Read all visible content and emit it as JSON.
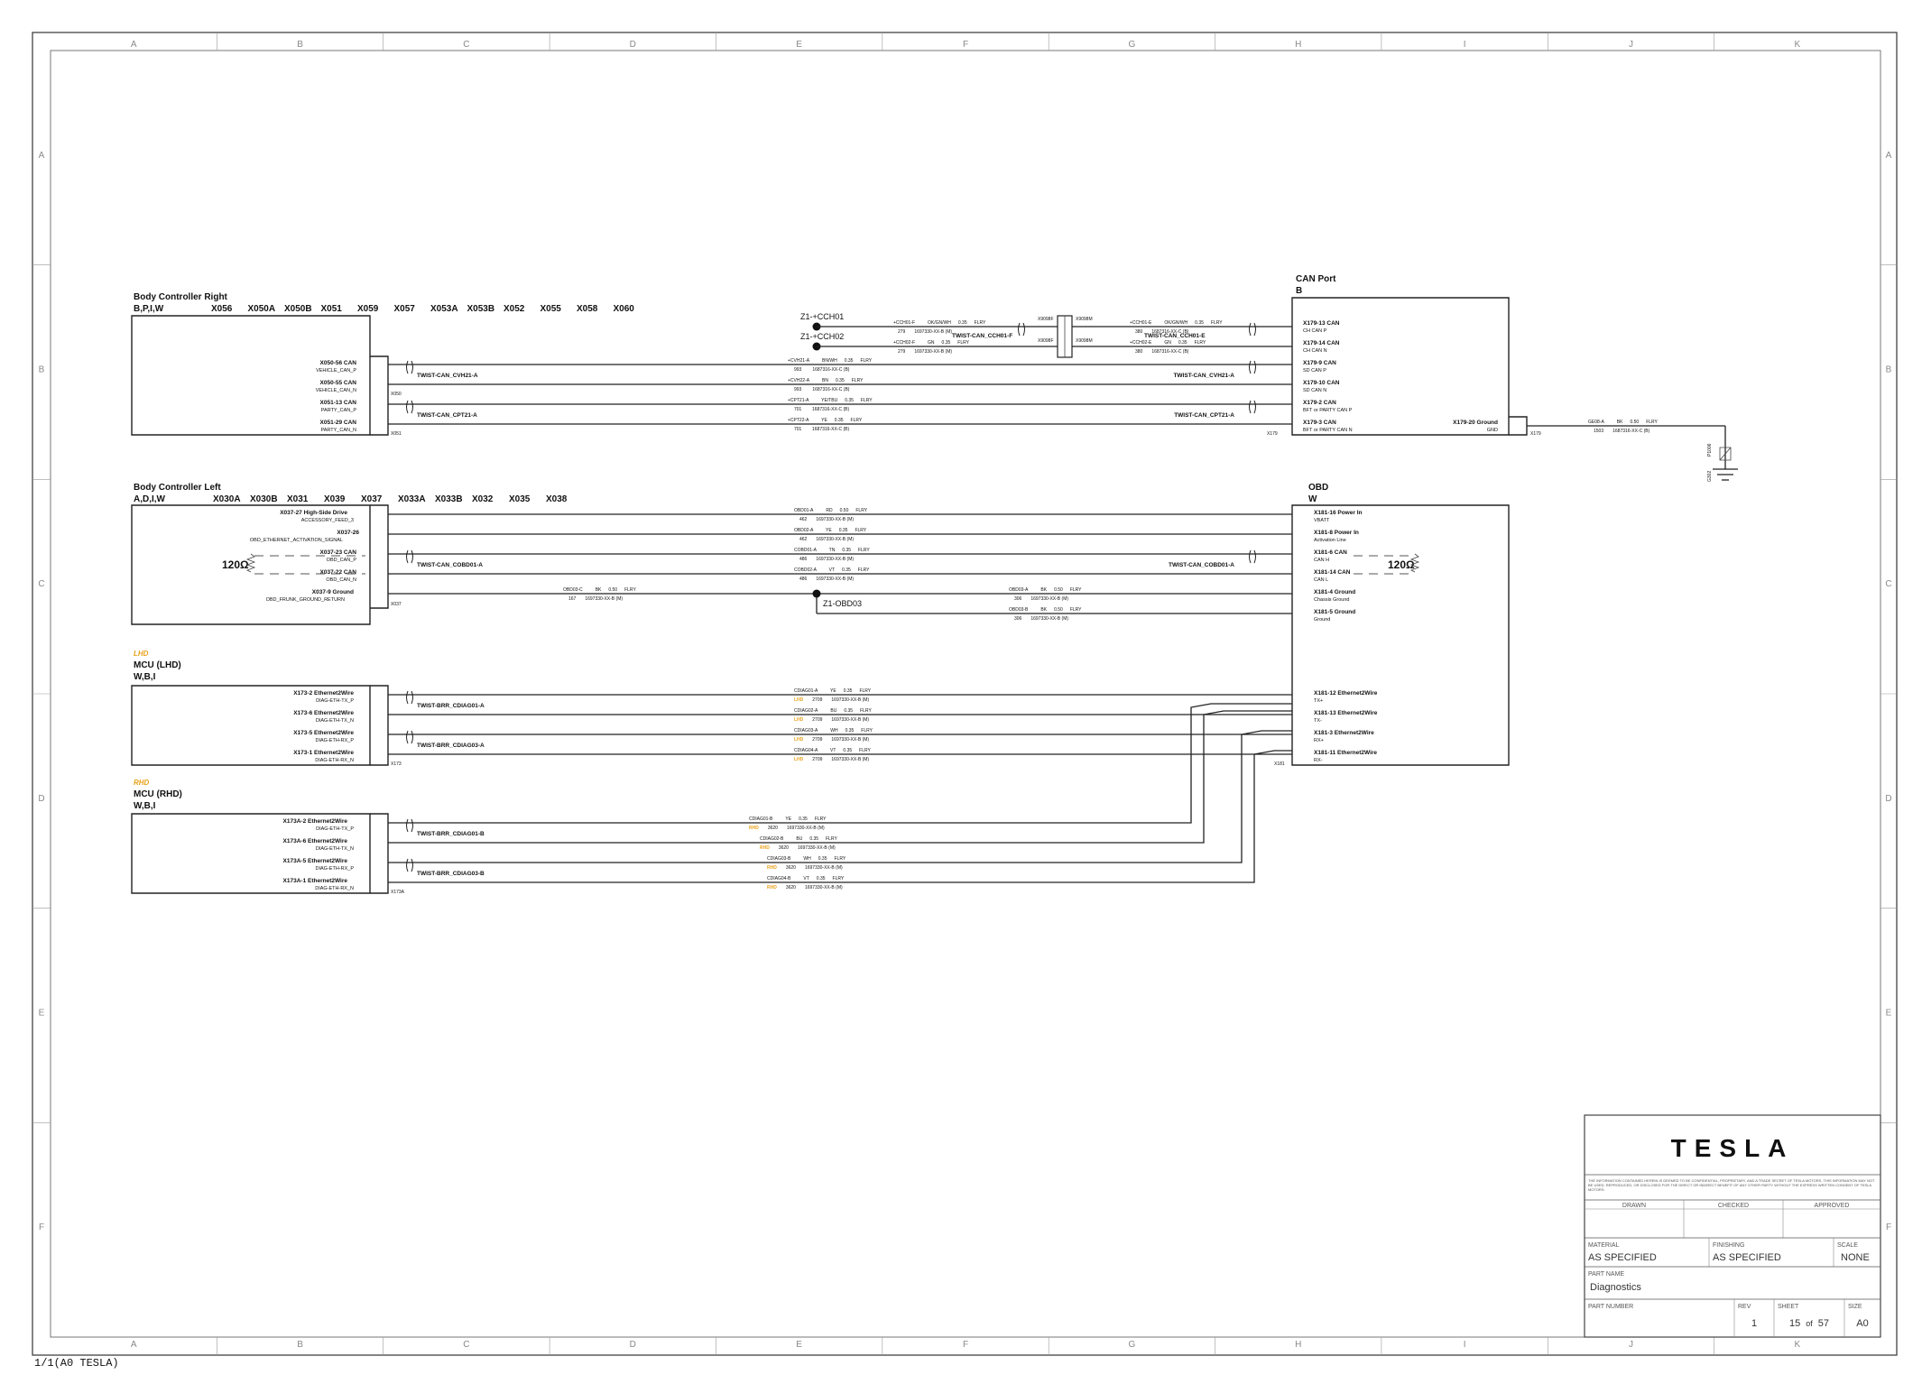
{
  "sheet": {
    "zones_columns": [
      "A",
      "B",
      "C",
      "D",
      "E",
      "F",
      "G",
      "H",
      "I",
      "J",
      "K"
    ],
    "zones_rows": [
      "A",
      "B",
      "C",
      "D",
      "E",
      "F"
    ],
    "footer_note": "1/1(A0 TESLA)"
  },
  "modules": {
    "bcr": {
      "title": "Body Controller Right",
      "variants": "B,P,I,W",
      "connectors": [
        "X056",
        "X050A",
        "X050B",
        "X051",
        "X059",
        "X057",
        "X053A",
        "X053B",
        "X052",
        "X055",
        "X058",
        "X060"
      ],
      "pins": [
        {
          "pin": "X050-56 CAN",
          "sig": "VEHICLE_CAN_P"
        },
        {
          "pin": "X050-55 CAN",
          "sig": "VEHICLE_CAN_N"
        },
        {
          "pin": "X051-13 CAN",
          "sig": "PARTY_CAN_P"
        },
        {
          "pin": "X051-29 CAN",
          "sig": "PARTY_CAN_N"
        }
      ],
      "tags": [
        "X050",
        "X051"
      ]
    },
    "bcl": {
      "title": "Body Controller Left",
      "variants": "A,D,I,W",
      "connectors": [
        "X030A",
        "X030B",
        "X031",
        "X039",
        "X037",
        "X033A",
        "X033B",
        "X032",
        "X035",
        "X038"
      ],
      "pins": [
        {
          "pin": "X037-27 High-Side Drive",
          "sig": "ACCESSORY_FEED_3"
        },
        {
          "pin": "X037-26",
          "sig": "OBD_ETHERNET_ACTIVATION_SIGNAL"
        },
        {
          "pin": "X037-23 CAN",
          "sig": "OBD_CAN_P"
        },
        {
          "pin": "X037-22 CAN",
          "sig": "OBD_CAN_N"
        },
        {
          "pin": "X037-9 Ground",
          "sig": "OBD_FRUNK_GROUND_RETURN"
        }
      ],
      "tags": [
        "X037"
      ],
      "resistor": "120Ω"
    },
    "mcu_lhd": {
      "variant_label": "LHD",
      "title": "MCU (LHD)",
      "variants": "W,B,I",
      "pins": [
        {
          "pin": "X173-2 Ethernet2Wire",
          "sig": "DIAG-ETH-TX_P"
        },
        {
          "pin": "X173-6 Ethernet2Wire",
          "sig": "DIAG-ETH-TX_N"
        },
        {
          "pin": "X173-5 Ethernet2Wire",
          "sig": "DIAG-ETH-RX_P"
        },
        {
          "pin": "X173-1 Ethernet2Wire",
          "sig": "DIAG-ETH-RX_N"
        }
      ],
      "tags": [
        "X173"
      ]
    },
    "mcu_rhd": {
      "variant_label": "RHD",
      "title": "MCU (RHD)",
      "variants": "W,B,I",
      "pins": [
        {
          "pin": "X173A-2 Ethernet2Wire",
          "sig": "DIAG-ETH-TX_P"
        },
        {
          "pin": "X173A-6 Ethernet2Wire",
          "sig": "DIAG-ETH-TX_N"
        },
        {
          "pin": "X173A-5 Ethernet2Wire",
          "sig": "DIAG-ETH-RX_P"
        },
        {
          "pin": "X173A-1 Ethernet2Wire",
          "sig": "DIAG-ETH-RX_N"
        }
      ],
      "tags": [
        "X173A"
      ]
    },
    "canport": {
      "title": "CAN Port",
      "variants": "B",
      "pins": [
        {
          "pin": "X179-13 CAN",
          "sig": "CH CAN P"
        },
        {
          "pin": "X179-14 CAN",
          "sig": "CH CAN N"
        },
        {
          "pin": "X179-9 CAN",
          "sig": "SD CAN P"
        },
        {
          "pin": "X179-10 CAN",
          "sig": "SD CAN N"
        },
        {
          "pin": "X179-2 CAN",
          "sig": "BFT or PARTY CAN P"
        },
        {
          "pin": "X179-3 CAN",
          "sig": "BFT or PARTY CAN N"
        }
      ],
      "ground_pin": "X179-20 Ground",
      "ground_sig": "GND",
      "tags": [
        "X179",
        "X179"
      ]
    },
    "obd": {
      "title": "OBD",
      "variants": "W",
      "pins": [
        {
          "pin": "X181-16 Power In",
          "sig": "VBATT"
        },
        {
          "pin": "X181-8 Power In",
          "sig": "Activation Line"
        },
        {
          "pin": "X181-6 CAN",
          "sig": "CAN H"
        },
        {
          "pin": "X181-14 CAN",
          "sig": "CAN L"
        },
        {
          "pin": "X181-4 Ground",
          "sig": "Chassis Ground"
        },
        {
          "pin": "X181-5 Ground",
          "sig": "Ground"
        },
        {
          "pin": "X181-12 Ethernet2Wire",
          "sig": "TX+"
        },
        {
          "pin": "X181-13 Ethernet2Wire",
          "sig": "TX-"
        },
        {
          "pin": "X181-3 Ethernet2Wire",
          "sig": "RX+"
        },
        {
          "pin": "X181-11 Ethernet2Wire",
          "sig": "RX-"
        }
      ],
      "tags": [
        "X181"
      ],
      "resistor": "120Ω"
    }
  },
  "twists": {
    "cvh21": "TWIST-CAN_CVH21-A",
    "cpt21": "TWIST-CAN_CPT21-A",
    "cch01": "TWIST-CAN_CCH01-F",
    "cch01e": "TWIST-CAN_CCH01-E",
    "cobd01": "TWIST-CAN_COBD01-A",
    "diag01a": "TWIST-BRR_CDIAG01-A",
    "diag03a": "TWIST-BRR_CDIAG03-A",
    "diag01b": "TWIST-BRR_CDIAG01-B",
    "diag03b": "TWIST-BRR_CDIAG03-B"
  },
  "splices": {
    "cch01": "Z1-+CCH01",
    "cch02": "Z1-+CCH02",
    "obd03": "Z1-OBD03"
  },
  "inline_connectors": [
    "X9098F",
    "X9098M",
    "X9098F",
    "X9098M"
  ],
  "ground_point": {
    "label": "G302",
    "part": "P1006"
  },
  "wires": {
    "cch01_l": {
      "id": "+CCH01-F",
      "color": "OK/GN/WH",
      "gauge": "0.35",
      "type": "FLRY",
      "num": "279",
      "part": "1697330-XX-B (M)"
    },
    "cch02_l": {
      "id": "+CCH02-F",
      "color": "GN",
      "gauge": "0.35",
      "type": "FLRY",
      "num": "279",
      "part": "1697330-XX-B (M)"
    },
    "cch01_r": {
      "id": "+CCH01-E",
      "color": "OK/GN/WH",
      "gauge": "0.35",
      "type": "FLRY",
      "num": "380",
      "part": "1687316-XX-C (B)"
    },
    "cch02_r": {
      "id": "+CCH02-E",
      "color": "GN",
      "gauge": "0.35",
      "type": "FLRY",
      "num": "380",
      "part": "1687316-XX-C (B)"
    },
    "cvh21a": {
      "id": "+CVH21-A",
      "color": "BN/WH",
      "gauge": "0.35",
      "type": "FLRY",
      "num": "993",
      "part": "1687316-XX-C (B)"
    },
    "cvh22a": {
      "id": "+CVH22-A",
      "color": "BN",
      "gauge": "0.35",
      "type": "FLRY",
      "num": "993",
      "part": "1687316-XX-C (B)"
    },
    "cpt21a": {
      "id": "+CPT21-A",
      "color": "YE/TBU",
      "gauge": "0.35",
      "type": "FLRY",
      "num": "701",
      "part": "1687316-XX-C (B)"
    },
    "cpt22a": {
      "id": "+CPT22-A",
      "color": "YE",
      "gauge": "0.35",
      "type": "FLRY",
      "num": "701",
      "part": "1687316-XX-C (B)"
    },
    "gnd": {
      "id": "GE08-A",
      "color": "BK",
      "gauge": "0.50",
      "type": "FLRY",
      "num": "1503",
      "part": "1687316-XX-C (B)"
    },
    "obd01": {
      "id": "OBD01-A",
      "color": "RD",
      "gauge": "0.50",
      "type": "FLRY",
      "num": "462",
      "part": "1697330-XX-B (M)"
    },
    "obd02": {
      "id": "OBD02-A",
      "color": "YE",
      "gauge": "0.35",
      "type": "FLRY",
      "num": "462",
      "part": "1697330-XX-B (M)"
    },
    "cobd01": {
      "id": "COBD01-A",
      "color": "TN",
      "gauge": "0.35",
      "type": "FLRY",
      "num": "486",
      "part": "1697330-XX-B (M)"
    },
    "cobd02": {
      "id": "COBD02-A",
      "color": "VT",
      "gauge": "0.35",
      "type": "FLRY",
      "num": "486",
      "part": "1697330-XX-B (M)"
    },
    "obd03c": {
      "id": "OBD03-C",
      "color": "BK",
      "gauge": "0.50",
      "type": "FLRY",
      "num": "167",
      "part": "1697330-XX-B (M)"
    },
    "obd03a": {
      "id": "OBD03-A",
      "color": "BK",
      "gauge": "0.50",
      "type": "FLRY",
      "num": "306",
      "part": "1697330-XX-B (M)"
    },
    "obd03b": {
      "id": "OBD03-B",
      "color": "BK",
      "gauge": "0.50",
      "type": "FLRY",
      "num": "306",
      "part": "1697330-XX-B (M)"
    },
    "cdiag01a": {
      "id": "CDIAG01-A",
      "color": "YE",
      "gauge": "0.35",
      "type": "FLRY",
      "var": "LHD",
      "num": "2709",
      "part": "1697330-XX-B (M)"
    },
    "cdiag02a": {
      "id": "CDIAG02-A",
      "color": "BU",
      "gauge": "0.35",
      "type": "FLRY",
      "var": "LHD",
      "num": "2709",
      "part": "1697330-XX-B (M)"
    },
    "cdiag03a": {
      "id": "CDIAG03-A",
      "color": "WH",
      "gauge": "0.35",
      "type": "FLRY",
      "var": "LHD",
      "num": "2709",
      "part": "1697330-XX-B (M)"
    },
    "cdiag04a": {
      "id": "CDIAG04-A",
      "color": "VT",
      "gauge": "0.35",
      "type": "FLRY",
      "var": "LHD",
      "num": "2709",
      "part": "1697330-XX-B (M)"
    },
    "cdiag01b": {
      "id": "CDIAG01-B",
      "color": "YE",
      "gauge": "0.35",
      "type": "FLRY",
      "var": "RHD",
      "num": "3620",
      "part": "1697330-XX-B (M)"
    },
    "cdiag02b": {
      "id": "CDIAG02-B",
      "color": "BU",
      "gauge": "0.35",
      "type": "FLRY",
      "var": "RHD",
      "num": "3620",
      "part": "1697330-XX-B (M)"
    },
    "cdiag03b": {
      "id": "CDIAG03-B",
      "color": "WH",
      "gauge": "0.35",
      "type": "FLRY",
      "var": "RHD",
      "num": "3620",
      "part": "1697330-XX-B (M)"
    },
    "cdiag04b": {
      "id": "CDIAG04-B",
      "color": "VT",
      "gauge": "0.35",
      "type": "FLRY",
      "var": "RHD",
      "num": "3620",
      "part": "1697330-XX-B (M)"
    }
  },
  "title_block": {
    "logo": "TESLA",
    "notice": "THE INFORMATION CONTAINED HEREIN IS DEEMED TO BE CONFIDENTIAL, PROPRIETARY, AND A TRADE SECRET OF TESLA MOTORS. THIS INFORMATION MAY NOT BE USED, REPRODUCED, OR DISCLOSED FOR THE DIRECT OR INDIRECT BENEFIT OF ANY OTHER PARTY WITHOUT THE EXPRESS WRITTEN CONSENT OF TESLA MOTORS.",
    "drawn_label": "DRAWN",
    "checked_label": "CHECKED",
    "approved_label": "APPROVED",
    "material_label": "MATERIAL",
    "material": "AS SPECIFIED",
    "finishing_label": "FINISHING",
    "finishing": "AS SPECIFIED",
    "scale_label": "SCALE",
    "scale": "NONE",
    "part_name_label": "PART NAME",
    "part_name": "Diagnostics",
    "part_number_label": "PART NUMBER",
    "rev_label": "REV",
    "rev": "1",
    "sheet_label": "SHEET",
    "sheet": "15",
    "of": "of",
    "total": "57",
    "size_label": "SIZE",
    "size": "A0"
  },
  "colors": {
    "line": "#222222",
    "variant": "#e8a21b"
  }
}
